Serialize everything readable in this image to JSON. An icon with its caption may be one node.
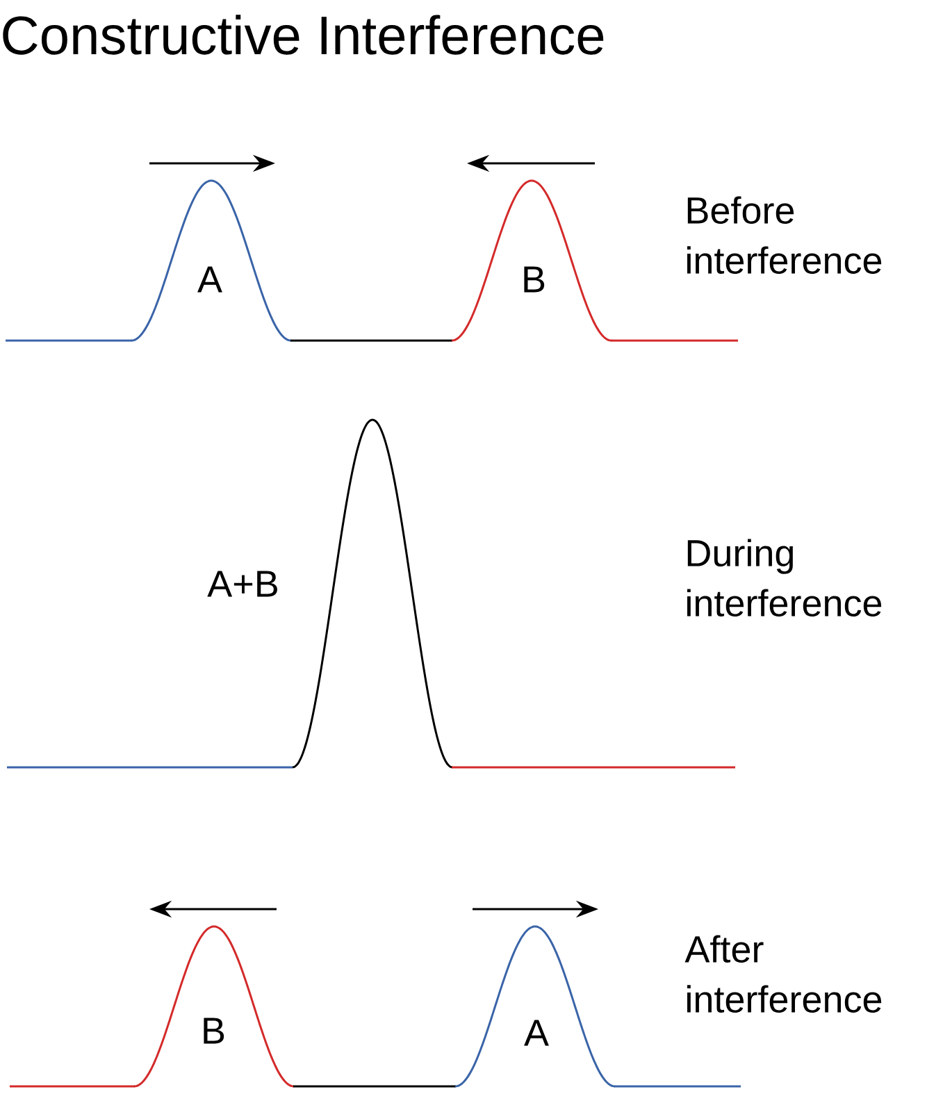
{
  "diagram": {
    "title": "Constructive Interference",
    "labels": [
      "A",
      "B",
      "Before interference",
      "A+B",
      "During interference",
      "B",
      "A",
      "After interference"
    ]
  }
}
